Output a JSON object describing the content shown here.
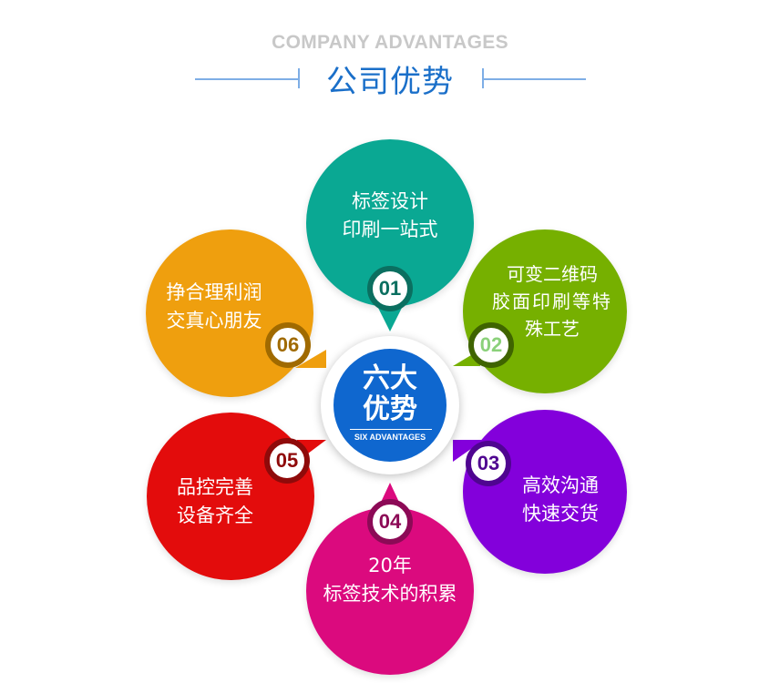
{
  "header": {
    "title_en": "COMPANY ADVANTAGES",
    "title_cn": "公司优势",
    "rule_color": "#7eaee6",
    "title_color": "#1a6fc9"
  },
  "center": {
    "line1": "六大",
    "line2": "优势",
    "subtitle": "SIX ADVANTAGES",
    "color": "#0f67cf"
  },
  "advantages": [
    {
      "number": "01",
      "lines": [
        "标签设计",
        "印刷一站式"
      ],
      "color": "#0aa893",
      "ring_color": "#0b6f60",
      "number_color": "#0b6f60"
    },
    {
      "number": "02",
      "lines": [
        "可变二维码",
        "胶面印刷等特",
        "殊工艺"
      ],
      "color": "#76b000",
      "ring_color": "#3f6400",
      "number_color": "#8bd17a"
    },
    {
      "number": "03",
      "lines": [
        "高效沟通",
        "快速交货"
      ],
      "color": "#8300db",
      "ring_color": "#4f0590",
      "number_color": "#4f0590"
    },
    {
      "number": "04",
      "lines": [
        "20年",
        "标签技术的积累"
      ],
      "color": "#db0a7e",
      "ring_color": "#8c0a56",
      "number_color": "#8c0a56"
    },
    {
      "number": "05",
      "lines": [
        "品控完善",
        "设备齐全"
      ],
      "color": "#e30c0c",
      "ring_color": "#8f0a0a",
      "number_color": "#8f0a0a"
    },
    {
      "number": "06",
      "lines": [
        "挣合理利润",
        "交真心朋友"
      ],
      "color": "#ef9f0e",
      "ring_color": "#a06a00",
      "number_color": "#a06a00"
    }
  ]
}
